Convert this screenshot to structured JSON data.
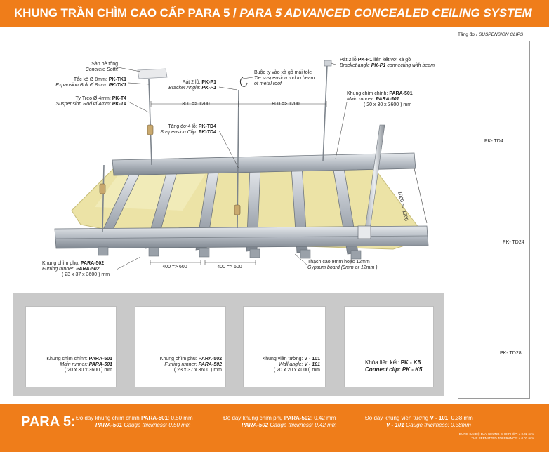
{
  "header": {
    "title_vn": "KHUNG TRẦN CHÌM CAO CẤP PARA 5 / ",
    "title_en": "PARA 5 ADVANCED CONCEALED CEILING SYSTEM"
  },
  "callouts": {
    "concrete_vn": "Sàn bê tông",
    "concrete_en": "Concrete Soffit",
    "expansion_vn": "Tắc kê Ø 8mm: ",
    "expansion_vn_code": "PK-TK1",
    "expansion_en": "Expansion Bolt Ø 8mm: ",
    "expansion_en_code": "PK-TK1",
    "rod_vn": "Ty Treo Ø 4mm: ",
    "rod_vn_code": "PK-T4",
    "rod_en": "Suspension Rod Ø 4mm: ",
    "rod_en_code": "PK-T4",
    "bracket_vn": "Pát 2 lỗ: ",
    "bracket_vn_code": "PK-P1",
    "bracket_en": "Bracket Angle: ",
    "bracket_en_code": "PK-P1",
    "tie_vn": "Buộc ty vào xà gồ mái tole",
    "tie_en1": "Tie suspension rod to beam",
    "tie_en2": "of metal roof",
    "beam_vn_a": "Pát 2 lỗ ",
    "beam_vn_code": "PK-P1",
    "beam_vn_b": " liên kết với xà gồ",
    "beam_en_a": "Bracket angle ",
    "beam_en_code": "PK-P1",
    "beam_en_b": " connecting with beam",
    "main_vn": "Khung chìm chính: ",
    "main_vn_code": "PARA-501",
    "main_en": "Main runner: ",
    "main_en_code": "PARA-501",
    "main_dim": "( 20 x 30 x 3600 ) mm",
    "clip_vn": "Tăng đơ 4 lỗ: ",
    "clip_vn_code": "PK-TD4",
    "clip_en": "Suspension Clip: ",
    "clip_en_code": "PK-TD4",
    "span_a": "800 => 1200",
    "span_b": "800 => 1200",
    "span_side": "1000 => 1200",
    "furring_vn": "Khung chìm phụ: ",
    "furring_vn_code": "PARA-502",
    "furring_en": "Furring runner: ",
    "furring_en_code": "PARA-502",
    "furring_dim": "( 23 x 37 x 3600 ) mm",
    "spacing_a": "400 => 600",
    "spacing_b": "400 => 600",
    "gypsum_vn": "Thạch cao  9mm hoặc 12mm",
    "gypsum_en": "Gypsum board (9mm or 12mm )"
  },
  "cards": [
    {
      "vn": "Khung chìm chính: ",
      "code": "PARA-501",
      "en": "Main runner: ",
      "en_code": "PARA-501",
      "dim": "( 20 x 30 x 3600 ) mm"
    },
    {
      "vn": "Khung chìm phụ: ",
      "code": "PARA-502",
      "en": "Furring runner: ",
      "en_code": "PARA-502",
      "dim": "( 23 x 37 x 3600 ) mm"
    },
    {
      "vn": "Khung viền tường:  ",
      "code": "V - 101",
      "en": "Wall angle:  ",
      "en_code": "V - 101",
      "dim": "( 20 x 20 x 4000) mm"
    },
    {
      "vn": "Khóa liên kết: ",
      "code": "PK - K5",
      "en": "Connect clip: ",
      "en_code": "PK - K5",
      "dim": ""
    }
  ],
  "clips": {
    "title_vn": "Tăng đơ / ",
    "title_en": "SUSPENSION CLIPS",
    "items": [
      "PK- TD4",
      "PK- TD24",
      "PK- TD28"
    ]
  },
  "footer": {
    "brand": "PARA 5:",
    "g1_vn": "Độ dày khung chìm chính ",
    "g1_code": "PARA-501",
    "g1_val": ": 0.50 mm",
    "g1_en_code": "PARA-501",
    "g1_en": " Gauge thickness: 0.50 mm",
    "g2_vn": "Độ dày khung chìm phụ ",
    "g2_code": "PARA-502",
    "g2_val": ": 0.42 mm",
    "g2_en_code": "PARA-502",
    "g2_en": " Gauge thickness: 0.42 mm",
    "g3_vn": "Độ dày khung viền tường ",
    "g3_code": "V - 101",
    "g3_val": ": 0.38 mm",
    "g3_en_code": "V - 101",
    "g3_en": " Gauge thickness: 0.38mm",
    "tol_vn": "DUNG SAI ĐỘ DÀY KHUNG CHO PHÉP: ± 0.02 mm",
    "tol_en": "THE PERMITTED TOLERANCE: ± 0.02 mm"
  },
  "colors": {
    "accent": "#ef7d1a",
    "steel": "#b9bfc6",
    "gypsum": "#ece3a6"
  }
}
